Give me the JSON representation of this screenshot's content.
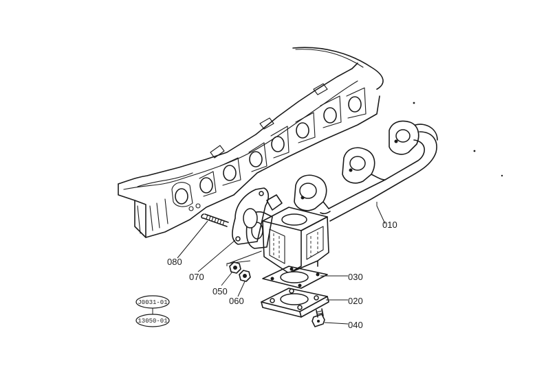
{
  "parts": {
    "p010": "010",
    "p020": "020",
    "p030": "030",
    "p040": "040",
    "p050": "050",
    "p060": "060",
    "p070": "070",
    "p080": "080"
  },
  "refs": {
    "top": "J0031-01",
    "bottom": "13050-01"
  }
}
